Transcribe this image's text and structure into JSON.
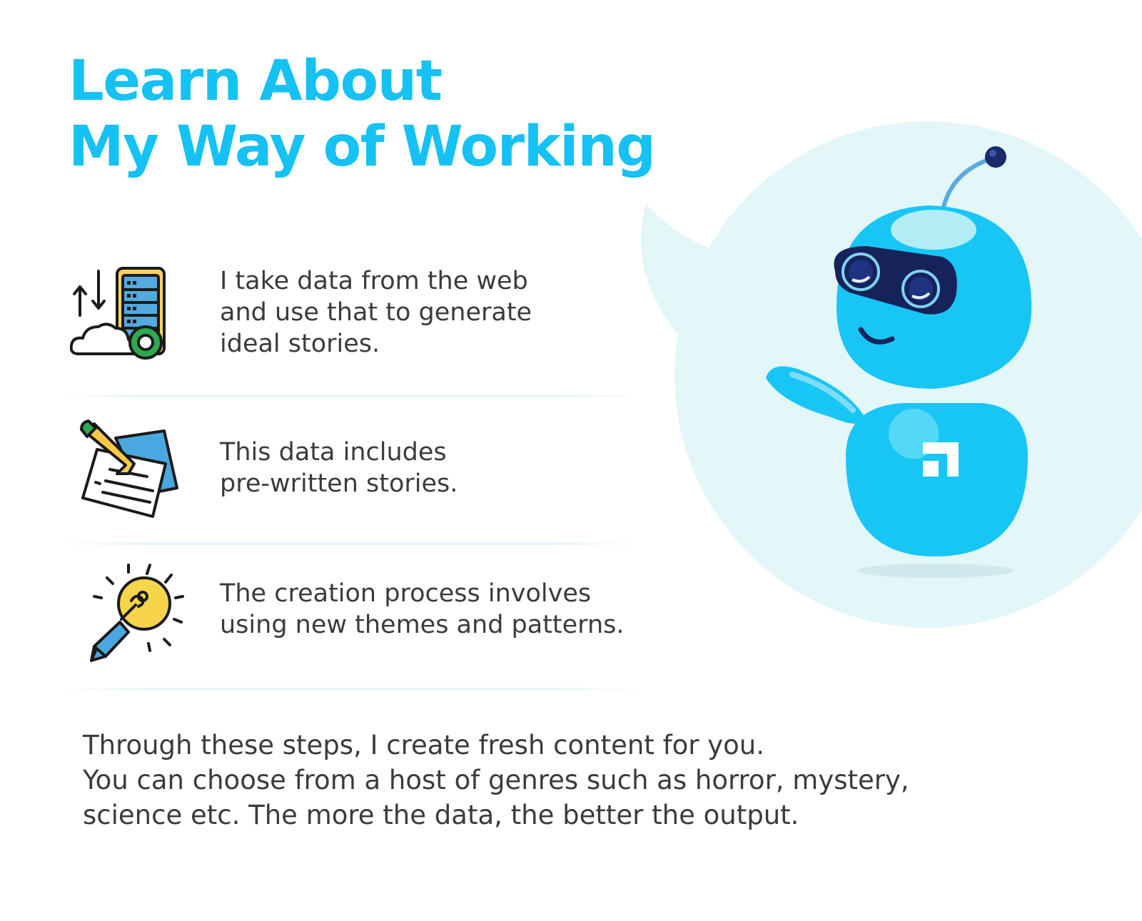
{
  "header": {
    "title_line1": "Learn About",
    "title_line2": "My Way of Working"
  },
  "steps": [
    {
      "icon": "data-server-cloud-icon",
      "lines": [
        "I take data from the web",
        "and use that to generate",
        "ideal stories."
      ]
    },
    {
      "icon": "notepad-pencil-icon",
      "lines": [
        "This data includes",
        "pre-written stories."
      ]
    },
    {
      "icon": "lightbulb-pencil-icon",
      "lines": [
        "The creation process involves",
        "using new themes and patterns."
      ]
    }
  ],
  "closing": {
    "lines": [
      "Through these steps, I create fresh content for you.",
      "You can choose from a host of genres such as horror, mystery,",
      "science etc. The more the data, the better the output."
    ]
  },
  "illustration": {
    "name": "robot-mascot",
    "colors": {
      "accent": "#16c1f3",
      "robot_body": "#17c6f5",
      "bubble": "#e3f6f8",
      "visor": "#16235b"
    }
  }
}
